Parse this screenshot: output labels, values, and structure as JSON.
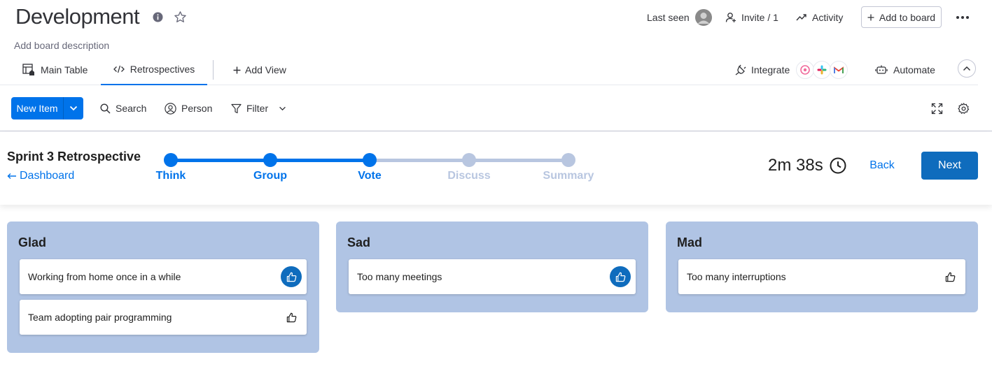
{
  "board": {
    "title": "Development",
    "description": "Add board description",
    "last_seen_label": "Last seen",
    "invite_label": "Invite / 1",
    "activity_label": "Activity",
    "add_to_board_label": "Add to board"
  },
  "tabs": {
    "main_table": "Main Table",
    "retrospectives": "Retrospectives",
    "add_view": "Add View",
    "integrate": "Integrate",
    "automate": "Automate"
  },
  "toolbar": {
    "new_item": "New Item",
    "search": "Search",
    "person": "Person",
    "filter": "Filter"
  },
  "retro": {
    "title": "Sprint 3 Retrospective",
    "back_link": "Dashboard",
    "timer": "2m 38s",
    "back_button": "Back",
    "next_button": "Next",
    "steps": [
      {
        "label": "Think",
        "state": "done"
      },
      {
        "label": "Group",
        "state": "done"
      },
      {
        "label": "Vote",
        "state": "current"
      },
      {
        "label": "Discuss",
        "state": "pending"
      },
      {
        "label": "Summary",
        "state": "pending"
      }
    ]
  },
  "columns": [
    {
      "title": "Glad",
      "cards": [
        {
          "text": "Working from home once in a while",
          "voted": true
        },
        {
          "text": "Team adopting pair programming",
          "voted": false
        }
      ]
    },
    {
      "title": "Sad",
      "cards": [
        {
          "text": "Too many meetings",
          "voted": true
        }
      ]
    },
    {
      "title": "Mad",
      "cards": [
        {
          "text": "Too many interruptions",
          "voted": false
        }
      ]
    }
  ],
  "colors": {
    "primary": "#0073ea",
    "column_bg": "#b0c4e4",
    "step_pending": "#b8c6e0",
    "next_button": "#0f6cbd"
  }
}
